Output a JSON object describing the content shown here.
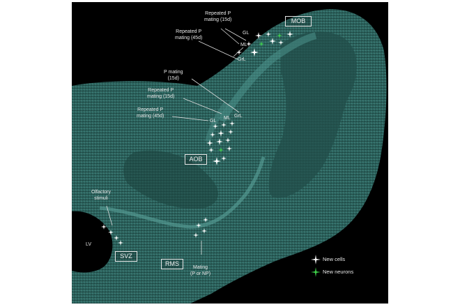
{
  "labels": {
    "repeated_p_15d_top": "Repeated P\nmating (15d)",
    "repeated_p_45d_top": "Repeated P\nmating (45d)",
    "gl_top": "GL",
    "ml_top": "ML",
    "grl_top": "GrL",
    "p_mating_15d": "P mating\n(15d)",
    "repeated_p_15d_mid": "Repeated P\nmating (15d)",
    "repeated_p_45d_mid": "Repeated P\nmating (45d)",
    "gl_mid": "GL",
    "ml_mid": "ML",
    "grl_mid": "GrL",
    "olfactory_stimuli": "Olfactory\nstimuli",
    "lv": "LV",
    "mating_p_np": "Mating\n(P or NP)"
  },
  "regions": {
    "mob": "MOB",
    "aob": "AOB",
    "svz": "SVZ",
    "rms": "RMS"
  },
  "legend": {
    "new_cells": "New cells",
    "new_neurons": "New neurons"
  },
  "colors": {
    "tissue": "#2f6b66",
    "new_cells": "#ffffff",
    "new_neurons": "#3fd24a"
  }
}
